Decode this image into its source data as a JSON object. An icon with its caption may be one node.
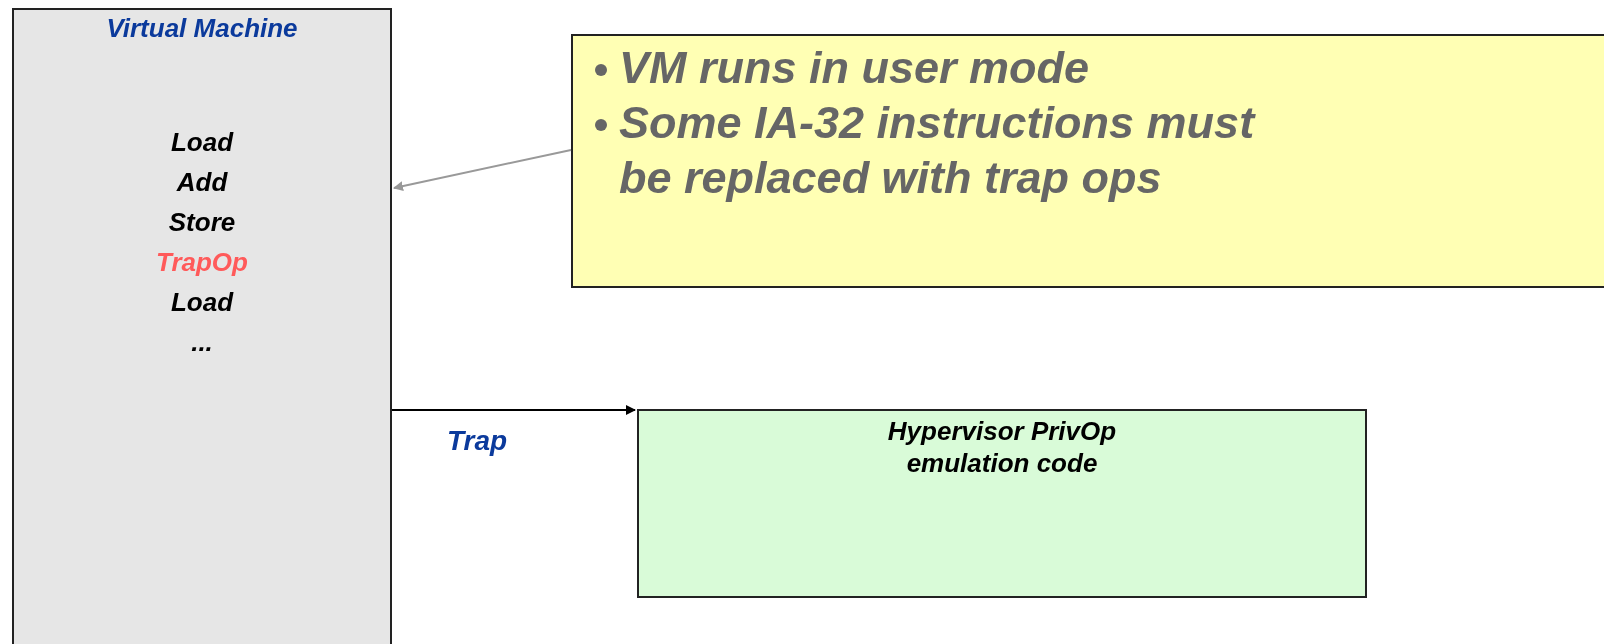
{
  "diagram": {
    "nodes": [
      {
        "text": [
          "Virtual Machine",
          "Load",
          "Add",
          "Store",
          "TrapOp",
          "Load",
          "..."
        ]
      },
      {
        "text": [
          "VM runs in user mode",
          "Some IA-32 instructions must be replaced with trap ops"
        ]
      },
      {
        "text": [
          "Hypervisor PrivOp emulation code"
        ]
      }
    ],
    "edges": [
      {
        "from": 1,
        "to": 0,
        "arrow": "to",
        "color": "#999999"
      },
      {
        "from": 0,
        "to": 2,
        "arrow": "to",
        "label": "Trap",
        "color": "#000000"
      }
    ]
  }
}
